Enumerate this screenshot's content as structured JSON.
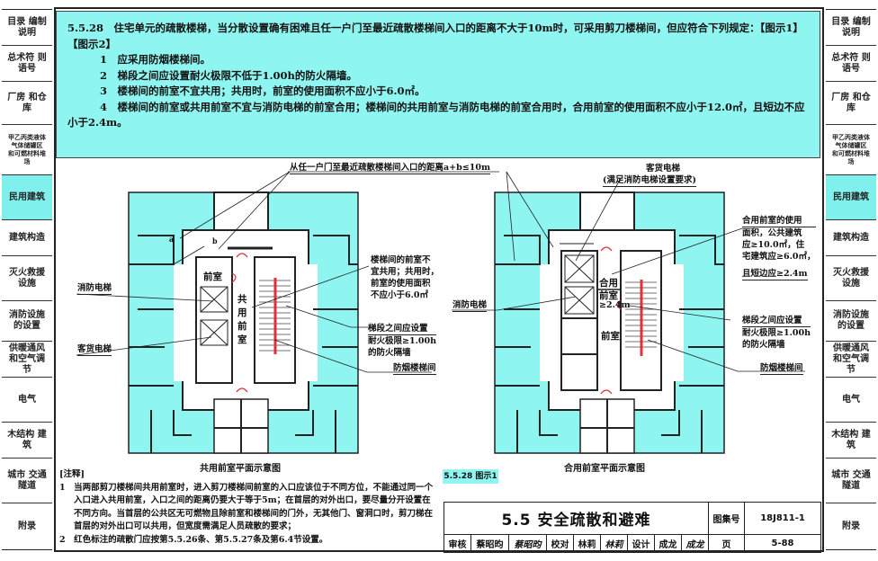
{
  "sidebar": {
    "items": [
      {
        "label": "目录 编制说明"
      },
      {
        "label": "总术符 则语号"
      },
      {
        "label": "厂房 和仓库"
      },
      {
        "label": "甲乙丙类液体 气体储罐区 和可燃材料堆场"
      },
      {
        "label": "民用建筑",
        "active": true
      },
      {
        "label": "建筑构造"
      },
      {
        "label": "灭火救援 设施"
      },
      {
        "label": "消防设施 的设置"
      },
      {
        "label": "供暖通风 和空气调节"
      },
      {
        "label": "电气"
      },
      {
        "label": "木结构 建筑"
      },
      {
        "label": "城市 交通隧道"
      },
      {
        "label": "附录"
      }
    ]
  },
  "clause": {
    "intro": "5.5.28　住宅单元的疏散楼梯，当分散设置确有困难且任一户门至最近疏散楼梯间入口的距离不大于10m时，可采用剪刀楼梯间，但应符合下列规定：【图示1】【图示2】",
    "items": [
      "1　应采用防烟楼梯间。",
      "2　梯段之间应设置耐火极限不低于1.00h的防火隔墙。",
      "3　楼梯间的前室不宜共用；共用时，前室的使用面积不应小于6.0㎡。",
      "4　楼梯间的前室或共用前室不宜与消防电梯的前室合用；楼梯间的共用前室与消防电梯的前室合用时，合用前室的使用面积不应小于12.0㎡，且短边不应小于2.4m。"
    ]
  },
  "diagram": {
    "distance_label": "从任一户门至最近疏散楼梯间入口的距离a+b≤10m",
    "left": {
      "caption": "共用前室平面示意图",
      "fire_elevator": "消防电梯",
      "freight_elevator": "客货电梯",
      "anteroom": "前室",
      "shared_anteroom": "共用前室",
      "note_shared": [
        "楼梯间的前室不",
        "宜共用；共用时，",
        "前室的使用面积",
        "不应小于6.0㎡"
      ],
      "note_wall": [
        "梯段之间应设置",
        "耐火极限≥1.00h",
        "的防火隔墙"
      ],
      "smoke_stair": "防烟楼梯间"
    },
    "right": {
      "caption": "合用前室平面示意图",
      "freight_elevator": [
        "客货电梯",
        "(满足消防电梯设置要求)"
      ],
      "fire_elevator": "消防电梯",
      "combined_anteroom": "合用前室",
      "min_width": "≥2.4m",
      "anteroom": "前室",
      "note_combined": [
        "合用前室的使用",
        "面积，公共建筑",
        "应≥10.0㎡，住",
        "宅建筑应≥6.0㎡，",
        "且短边应≥2.4m"
      ],
      "note_wall": [
        "梯段之间应设置",
        "耐火极限≥1.00h",
        "的防火隔墙"
      ],
      "smoke_stair": "防烟楼梯间"
    },
    "dim_a": "a",
    "dim_b": "b"
  },
  "notes": {
    "heading": "[注释]",
    "items": [
      "1　当两部剪刀楼梯间共用前室时，进入剪刀楼梯间前室的入口应该位于不同方位，不能通过同一个入口进入共用前室，入口之间的距离仍要大于等于5m；在首层的对外出口，要尽量分开设置在不同方向。当首层的公共区无可燃物且除前室和楼梯间的门外，无其他门、窗洞口时，剪刀梯在首层的对外出口可以共用，但宽度需满足人员疏散的要求；",
      "2　红色标注的疏散门应按第5.5.26条、第5.5.27条及第6.4节设置。"
    ]
  },
  "figure_badge": "5.5.28 图示1",
  "title_block": {
    "title": "5.5 安全疏散和避难",
    "atlas_label": "图集号",
    "atlas_no": "18J811-1",
    "review_label": "审核",
    "reviewer": "蔡昭昀",
    "check_label": "校对",
    "checker": "林莉",
    "design_label": "设计",
    "designer": "成龙",
    "page_label": "页",
    "page_no": "5-88",
    "sig1": "蔡昭昀",
    "sig2": "林莉",
    "sig3": "成龙"
  },
  "colors": {
    "cyan": "#8ff5f0",
    "red": "#e0303a"
  }
}
